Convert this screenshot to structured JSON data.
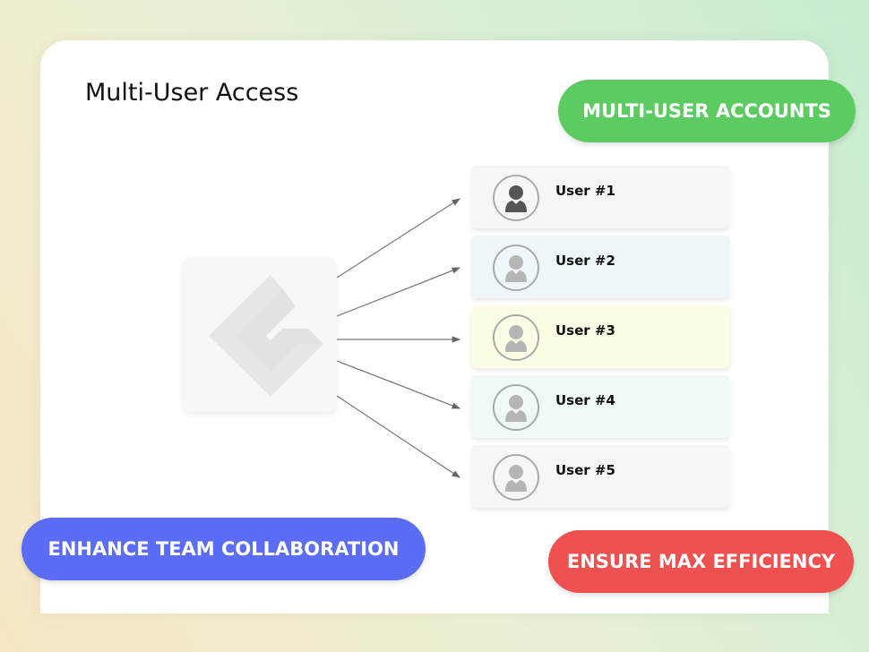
{
  "title": "Multi-User Access",
  "users": [
    {
      "label": "User #1",
      "bg": "#f6f6f6",
      "icon": "#555555"
    },
    {
      "label": "User #2",
      "bg": "#eff6fa",
      "icon": "#b5b5b5"
    },
    {
      "label": "User #3",
      "bg": "#fdfde5",
      "icon": "#b5b5b5"
    },
    {
      "label": "User #4",
      "bg": "#eefaf3",
      "icon": "#b5b5b5"
    },
    {
      "label": "User #5",
      "bg": "#f6f6f6",
      "icon": "#b5b5b5"
    }
  ],
  "pills": {
    "accounts": {
      "label": "MULTI-USER ACCOUNTS",
      "color": "#5ccc62"
    },
    "collaboration": {
      "label": "ENHANCE TEAM COLLABORATION",
      "color": "#5b6cf5"
    },
    "efficiency": {
      "label": "ENSURE MAX EFFICIENCY",
      "color": "#ef5150"
    }
  }
}
